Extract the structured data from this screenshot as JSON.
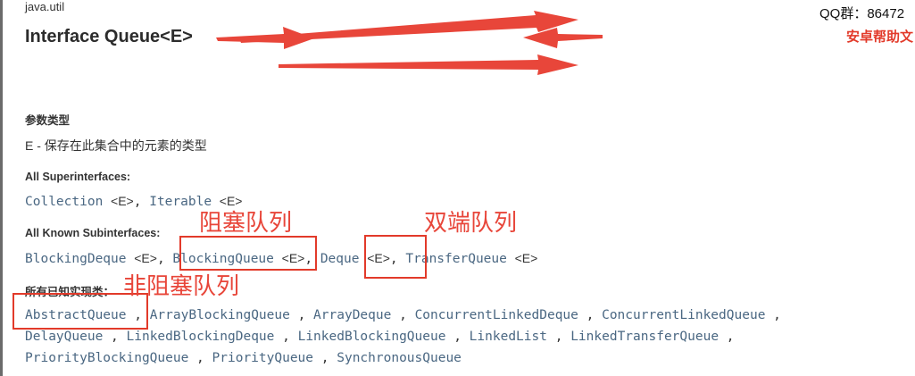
{
  "header": {
    "package": "java.util",
    "title": "Interface Queue<E>",
    "qq": "QQ群：86472",
    "site": "安卓帮助文"
  },
  "type_params": {
    "label": "参数类型",
    "desc": "E - 保存在此集合中的元素的类型"
  },
  "superinterfaces": {
    "label": "All Superinterfaces:",
    "items": [
      {
        "name": "Collection",
        "generic": "<E>",
        "sep": ", "
      },
      {
        "name": "Iterable",
        "generic": "<E>",
        "sep": ""
      }
    ]
  },
  "subinterfaces": {
    "label": "All Known Subinterfaces:",
    "items": [
      {
        "name": "BlockingDeque",
        "generic": "<E>",
        "sep": ", "
      },
      {
        "name": "BlockingQueue",
        "generic": "<E>",
        "sep": ", "
      },
      {
        "name": "Deque",
        "generic": "<E>",
        "sep": ", "
      },
      {
        "name": "TransferQueue",
        "generic": "<E>",
        "sep": ""
      }
    ]
  },
  "implementing": {
    "label": "所有已知实现类：",
    "rows": [
      [
        "AbstractQueue",
        "ArrayBlockingQueue",
        "ArrayDeque",
        "ConcurrentLinkedDeque",
        "ConcurrentLinkedQueue"
      ],
      [
        "DelayQueue",
        "LinkedBlockingDeque",
        "LinkedBlockingQueue",
        "LinkedList",
        "LinkedTransferQueue"
      ],
      [
        "PriorityBlockingQueue",
        "PriorityQueue",
        "SynchronousQueue"
      ]
    ]
  },
  "annotations": {
    "blocking": "阻塞队列",
    "double_ended": "双端队列",
    "non_blocking": "非阻塞队列"
  },
  "colors": {
    "link": "#4a6782",
    "annotation": "#e8463a"
  }
}
